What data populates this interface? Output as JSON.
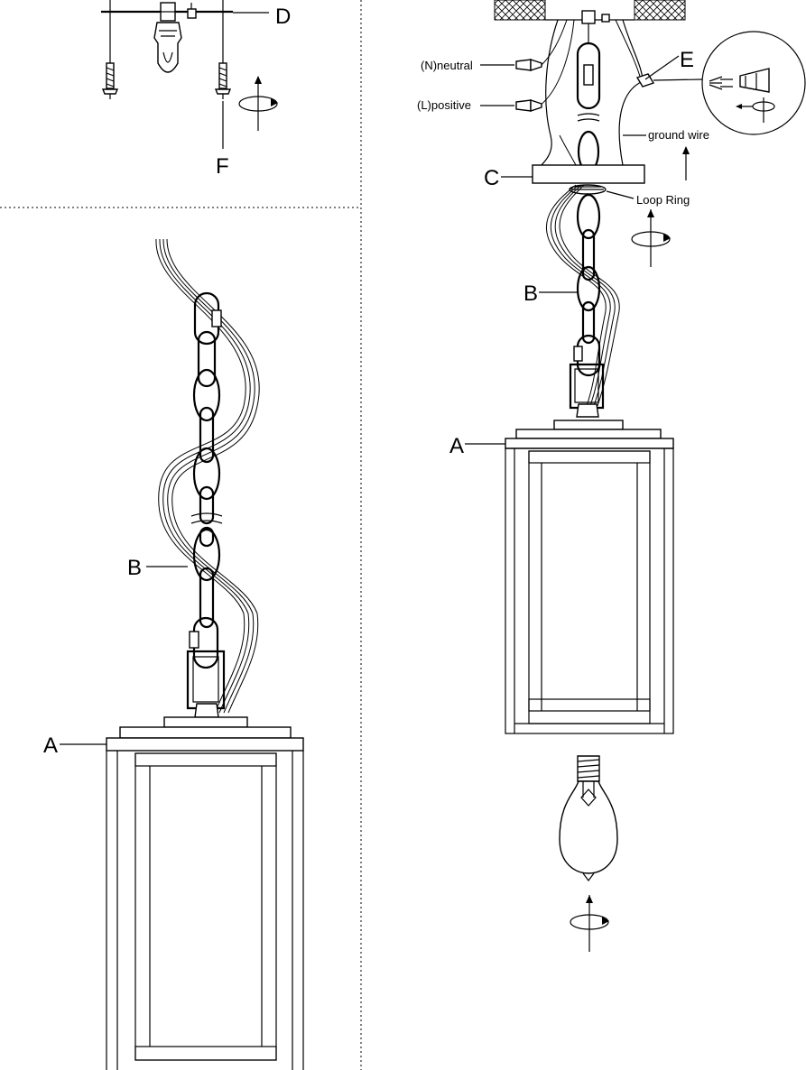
{
  "labels": {
    "top_left": {
      "D": "D",
      "F": "F"
    },
    "left_panel": {
      "B": "B",
      "A": "A"
    },
    "right_panel": {
      "E": "E",
      "neutral": "(N)neutral",
      "positive": "(L)positive",
      "ground_wire": "ground wire",
      "C": "C",
      "loop_ring": "Loop Ring",
      "B": "B",
      "A": "A"
    }
  },
  "colors": {
    "line": "#000000",
    "background": "#ffffff"
  }
}
